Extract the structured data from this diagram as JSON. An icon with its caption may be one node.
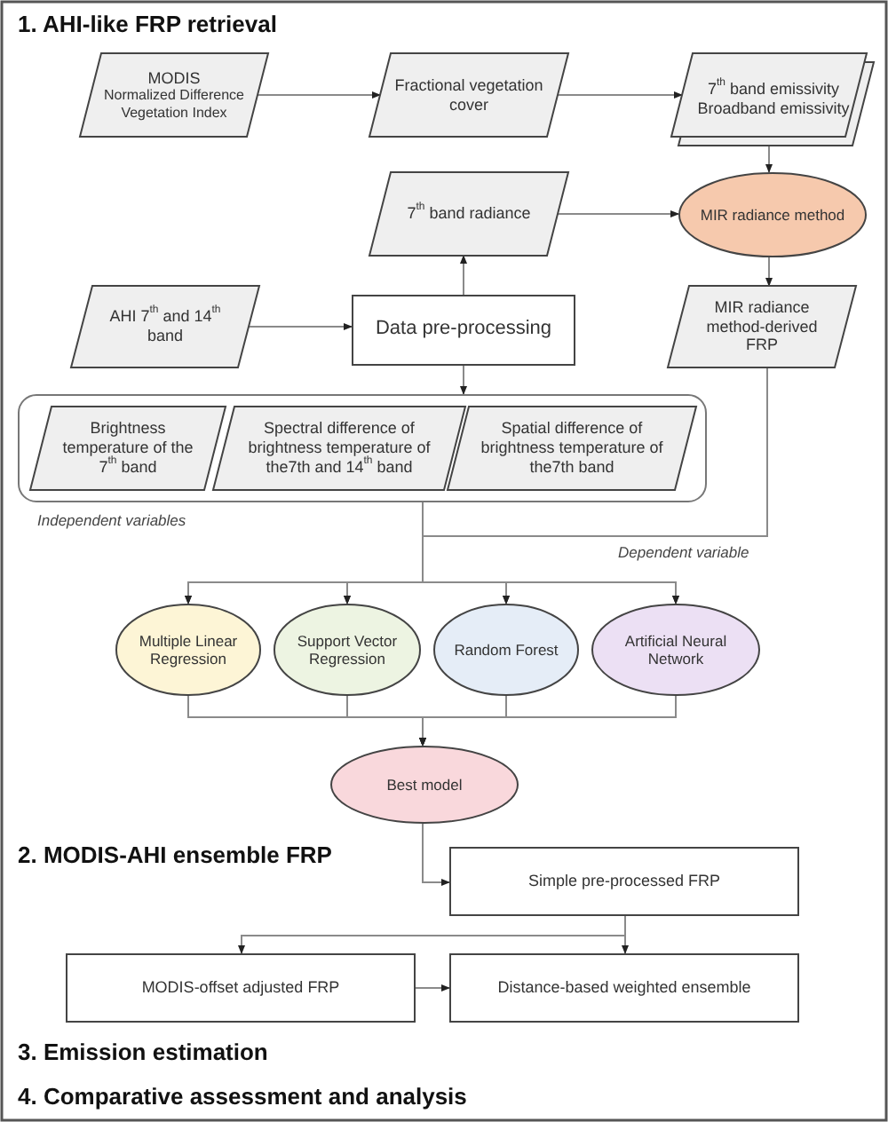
{
  "diagram": {
    "title": "1. AHI-like FRP retrieval",
    "nodes": [
      {
        "text": [
          "MODIS",
          "Normalized Difference Vegetation Index"
        ]
      },
      {
        "text": [
          "Fractional vegetation cover"
        ]
      },
      {
        "text": [
          "7$^{th}$ band emissivity",
          "Broadband emissivity"
        ]
      },
      {
        "text": [
          "7$^{th}$ band radiance"
        ]
      },
      {
        "text": [
          "MIR radiance method"
        ]
      },
      {
        "text": [
          "AHI 7$^{th}$ and 14$^{th}$ band"
        ]
      },
      {
        "text": [
          "Data pre-processing"
        ]
      },
      {
        "text": [
          "MIR radiance method-derived FRP"
        ]
      },
      {
        "text": [],
        "shape": "box",
        "beside": [
          "Independent variables"
        ]
      },
      {
        "text": [
          "Brightness temperature of the 7$^{th}$ band"
        ],
        "in": 8
      },
      {
        "text": [
          "Spectral difference of brightness temperature of the7th and 14$^{th}$ band"
        ],
        "in": 8
      },
      {
        "text": [
          "Spatial difference of brightness temperature of the7th band"
        ],
        "in": 8
      },
      {
        "text": [
          "Multiple Linear Regression"
        ]
      },
      {
        "text": [
          "Support Vector Regression"
        ]
      },
      {
        "text": [
          "Random Forest"
        ]
      },
      {
        "text": [
          "Artificial Neural Network"
        ]
      },
      {
        "text": [
          "Best model"
        ]
      },
      {
        "text": [
          "Simple pre-processed FRP"
        ]
      },
      {
        "text": [
          "MODIS-offset adjusted FRP"
        ]
      },
      {
        "text": [
          "Distance-based weighted ensemble"
        ]
      }
    ],
    "edges": [
      {
        "from": 0,
        "to": 1,
        "arrow": "to"
      },
      {
        "from": 1,
        "to": 2,
        "arrow": "to"
      },
      {
        "from": 2,
        "to": 4,
        "arrow": "to"
      },
      {
        "from": 3,
        "to": 4,
        "arrow": "to"
      },
      {
        "from": 4,
        "to": 7,
        "arrow": "to"
      },
      {
        "from": 5,
        "to": 6,
        "arrow": "to"
      },
      {
        "from": 6,
        "to": 3,
        "arrow": "to"
      },
      {
        "from": 6,
        "to": 8,
        "arrow": "to"
      },
      {
        "from": 8,
        "to": 12,
        "arrow": "to"
      },
      {
        "from": 8,
        "to": 13,
        "arrow": "to"
      },
      {
        "from": 8,
        "to": 14,
        "arrow": "to"
      },
      {
        "from": 8,
        "to": 15,
        "arrow": "to"
      },
      {
        "from": 7,
        "to": 12,
        "arrow": "to"
      },
      {
        "from": 7,
        "to": 13,
        "arrow": "to"
      },
      {
        "from": 7,
        "to": 14,
        "arrow": "to"
      },
      {
        "from": 7,
        "to": 15,
        "arrow": "to"
      },
      {
        "from": 12,
        "to": 16,
        "arrow": "to"
      },
      {
        "from": 13,
        "to": 16,
        "arrow": "to"
      },
      {
        "from": 14,
        "to": 16,
        "arrow": "to"
      },
      {
        "from": 15,
        "to": 16,
        "arrow": "to"
      },
      {
        "from": 16,
        "to": 17,
        "arrow": "to"
      },
      {
        "from": 17,
        "to": 18,
        "arrow": "to"
      },
      {
        "from": 17,
        "to": 19,
        "arrow": "to"
      },
      {
        "from": 18,
        "to": 19,
        "arrow": "to"
      }
    ],
    "labels": [
      "Dependent variable",
      "2. MODIS-AHI ensemble FRP",
      "3. Emission estimation",
      "4. Comparative assessment and analysis"
    ]
  }
}
